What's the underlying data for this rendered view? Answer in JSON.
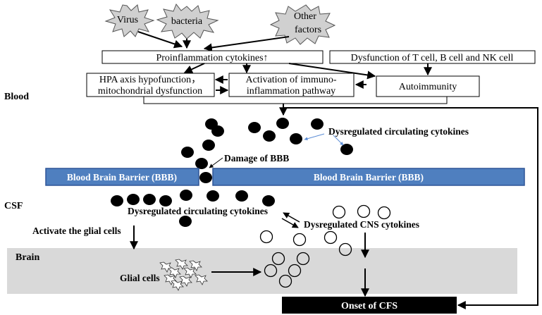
{
  "triggers": {
    "virus": "Virus",
    "bacteria": "bacteria",
    "other_line1": "Other",
    "other_line2": "factors"
  },
  "blood_boxes": {
    "proinflammation": "Proinflammation cytokines↑",
    "dysfunction": "Dysfunction of T cell, B cell and NK cell",
    "hpa_line1": "HPA axis hypofunction，",
    "hpa_line2": "mitochondrial dysfunction",
    "activation_line1": "Activation of immuno-",
    "activation_line2": "inflammation pathway",
    "autoimmunity": "Autoimmunity"
  },
  "regions": {
    "blood": "Blood",
    "csf": "CSF",
    "brain": "Brain"
  },
  "labels": {
    "dysregulated_circulating_blood": "Dysregulated circulating cytokines",
    "damage_bbb": "Damage of BBB",
    "bbb_left": "Blood Brain Barrier (BBB)",
    "bbb_right": "Blood Brain Barrier (BBB)",
    "dysregulated_circulating_csf": "Dysregulated circulating cytokines",
    "dysregulated_cns": "Dysregulated CNS cytokines",
    "activate_glial": "Activate the glial cells",
    "glial_cells": "Glial cells",
    "onset": "Onset of CFS"
  },
  "colors": {
    "bbb_fill": "#4f7fbf",
    "bbb_stroke": "#2f5597",
    "brain_band": "#d9d9d9",
    "double_arrow": "#5b8dd6",
    "onset_fill": "#000000"
  }
}
